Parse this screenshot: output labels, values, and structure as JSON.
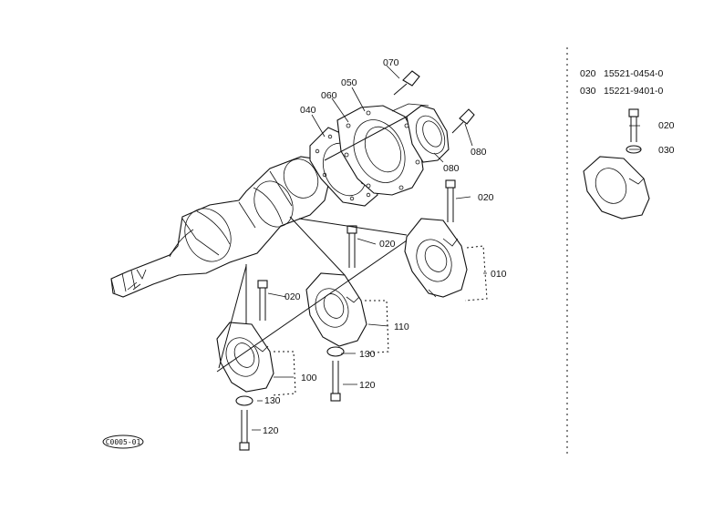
{
  "legend": [
    {
      "ref": "020",
      "part_no": "15521-0454-0"
    },
    {
      "ref": "030",
      "part_no": "15221-9401-0"
    }
  ],
  "callouts": {
    "c070": "070",
    "c050": "050",
    "c060": "060",
    "c040": "040",
    "c080a": "080",
    "c080b": "080",
    "c020a": "020",
    "c020b": "020",
    "c020c": "020",
    "c020d": "020",
    "c030": "030",
    "c010": "010",
    "c110": "110",
    "c130a": "130",
    "c130b": "130",
    "c100": "100",
    "c120a": "120",
    "c120b": "120"
  },
  "stamp": "C0005-01"
}
